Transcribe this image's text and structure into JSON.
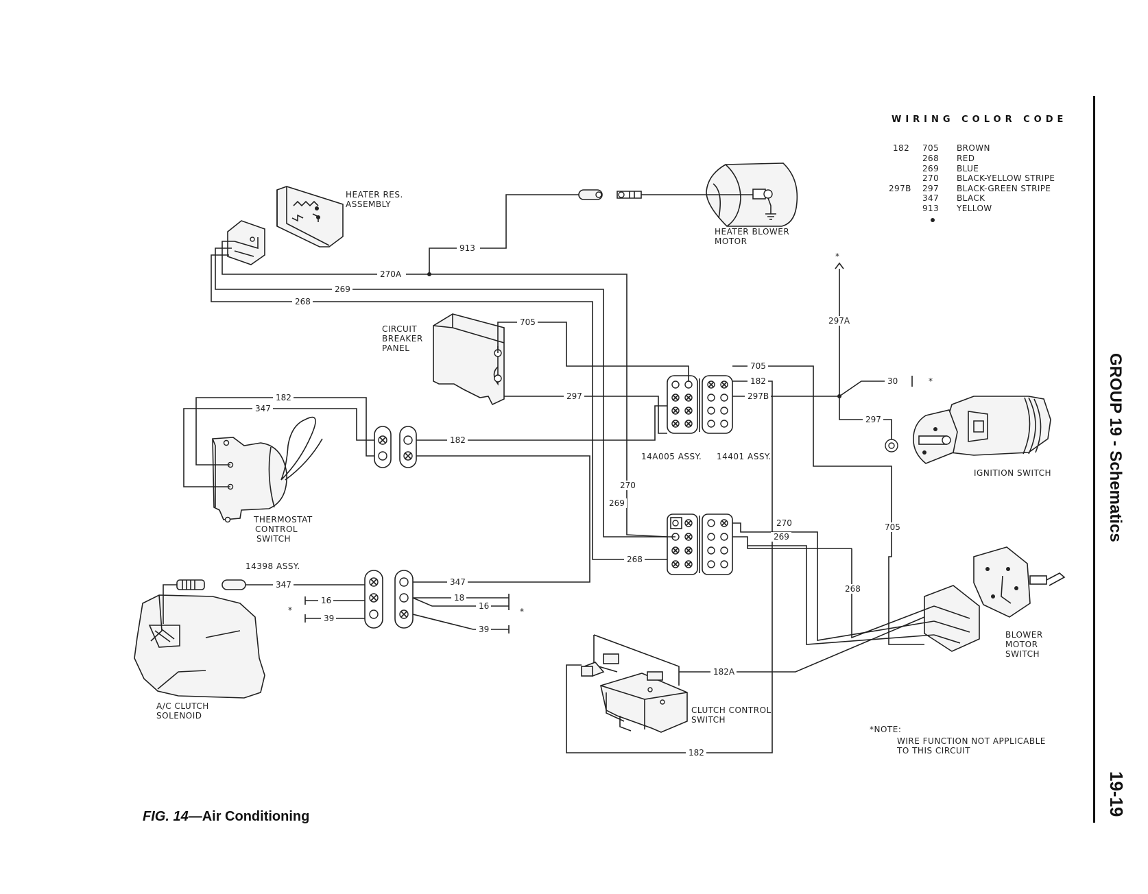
{
  "page": {
    "group_title": "GROUP 19 - Schematics",
    "page_number": "19-19",
    "figure_number": "FIG. 14",
    "figure_title": "—Air Conditioning"
  },
  "color_code": {
    "heading": "WIRING COLOR CODE",
    "rows": [
      {
        "alt": "182",
        "circuit": "705",
        "color": "BROWN"
      },
      {
        "alt": "",
        "circuit": "268",
        "color": "RED"
      },
      {
        "alt": "",
        "circuit": "269",
        "color": "BLUE"
      },
      {
        "alt": "",
        "circuit": "270",
        "color": "BLACK-YELLOW STRIPE"
      },
      {
        "alt": "297B",
        "circuit": "297",
        "color": "BLACK-GREEN STRIPE"
      },
      {
        "alt": "",
        "circuit": "347",
        "color": "BLACK"
      },
      {
        "alt": "",
        "circuit": "913",
        "color": "YELLOW"
      }
    ]
  },
  "components": {
    "heater_res_1": "HEATER RES.",
    "heater_res_2": "ASSEMBLY",
    "blower_motor_1": "HEATER BLOWER",
    "blower_motor_2": "MOTOR",
    "breaker_1": "CIRCUIT",
    "breaker_2": "BREAKER",
    "breaker_3": "PANEL",
    "thermostat_1": "THERMOSTAT",
    "thermostat_2": "CONTROL",
    "thermostat_3": "SWITCH",
    "assy_14398": "14398 ASSY.",
    "assy_14a005": "14A005 ASSY.",
    "assy_14401": "14401 ASSY.",
    "ignition": "IGNITION SWITCH",
    "blower_switch_1": "BLOWER",
    "blower_switch_2": "MOTOR",
    "blower_switch_3": "SWITCH",
    "clutch_sol_1": "A/C CLUTCH",
    "clutch_sol_2": "SOLENOID",
    "clutch_ctrl_1": "CLUTCH CONTROL",
    "clutch_ctrl_2": "SWITCH"
  },
  "wires": {
    "w913": "913",
    "w270A": "270A",
    "w269_top": "269",
    "w268_top": "268",
    "w705_top": "705",
    "w705_right": "705",
    "w182_right": "182",
    "w297B": "297B",
    "w297_panel": "297",
    "w182_therm": "182",
    "w347_therm": "347",
    "w182_mid": "182",
    "w270_mid": "270",
    "w269_mid": "269",
    "w268_mid": "268",
    "w270_right": "270",
    "w269_right": "269",
    "w297A": "297A",
    "w30": "30",
    "w297_ign": "297",
    "w705_lower": "705",
    "w268_lower": "268",
    "w347_low": "347",
    "w16_low": "16",
    "w39_low": "39",
    "w347_r": "347",
    "w18_r": "18",
    "w16_r": "16",
    "w39_r": "39",
    "w182A": "182A",
    "w182_bottom": "182"
  },
  "note": {
    "star": "*",
    "star_30": "*",
    "star_297a": "*",
    "star_16": "*",
    "star_16r": "*",
    "title": "*NOTE:",
    "line1": "WIRE FUNCTION NOT APPLICABLE",
    "line2": "TO THIS CIRCUIT"
  }
}
